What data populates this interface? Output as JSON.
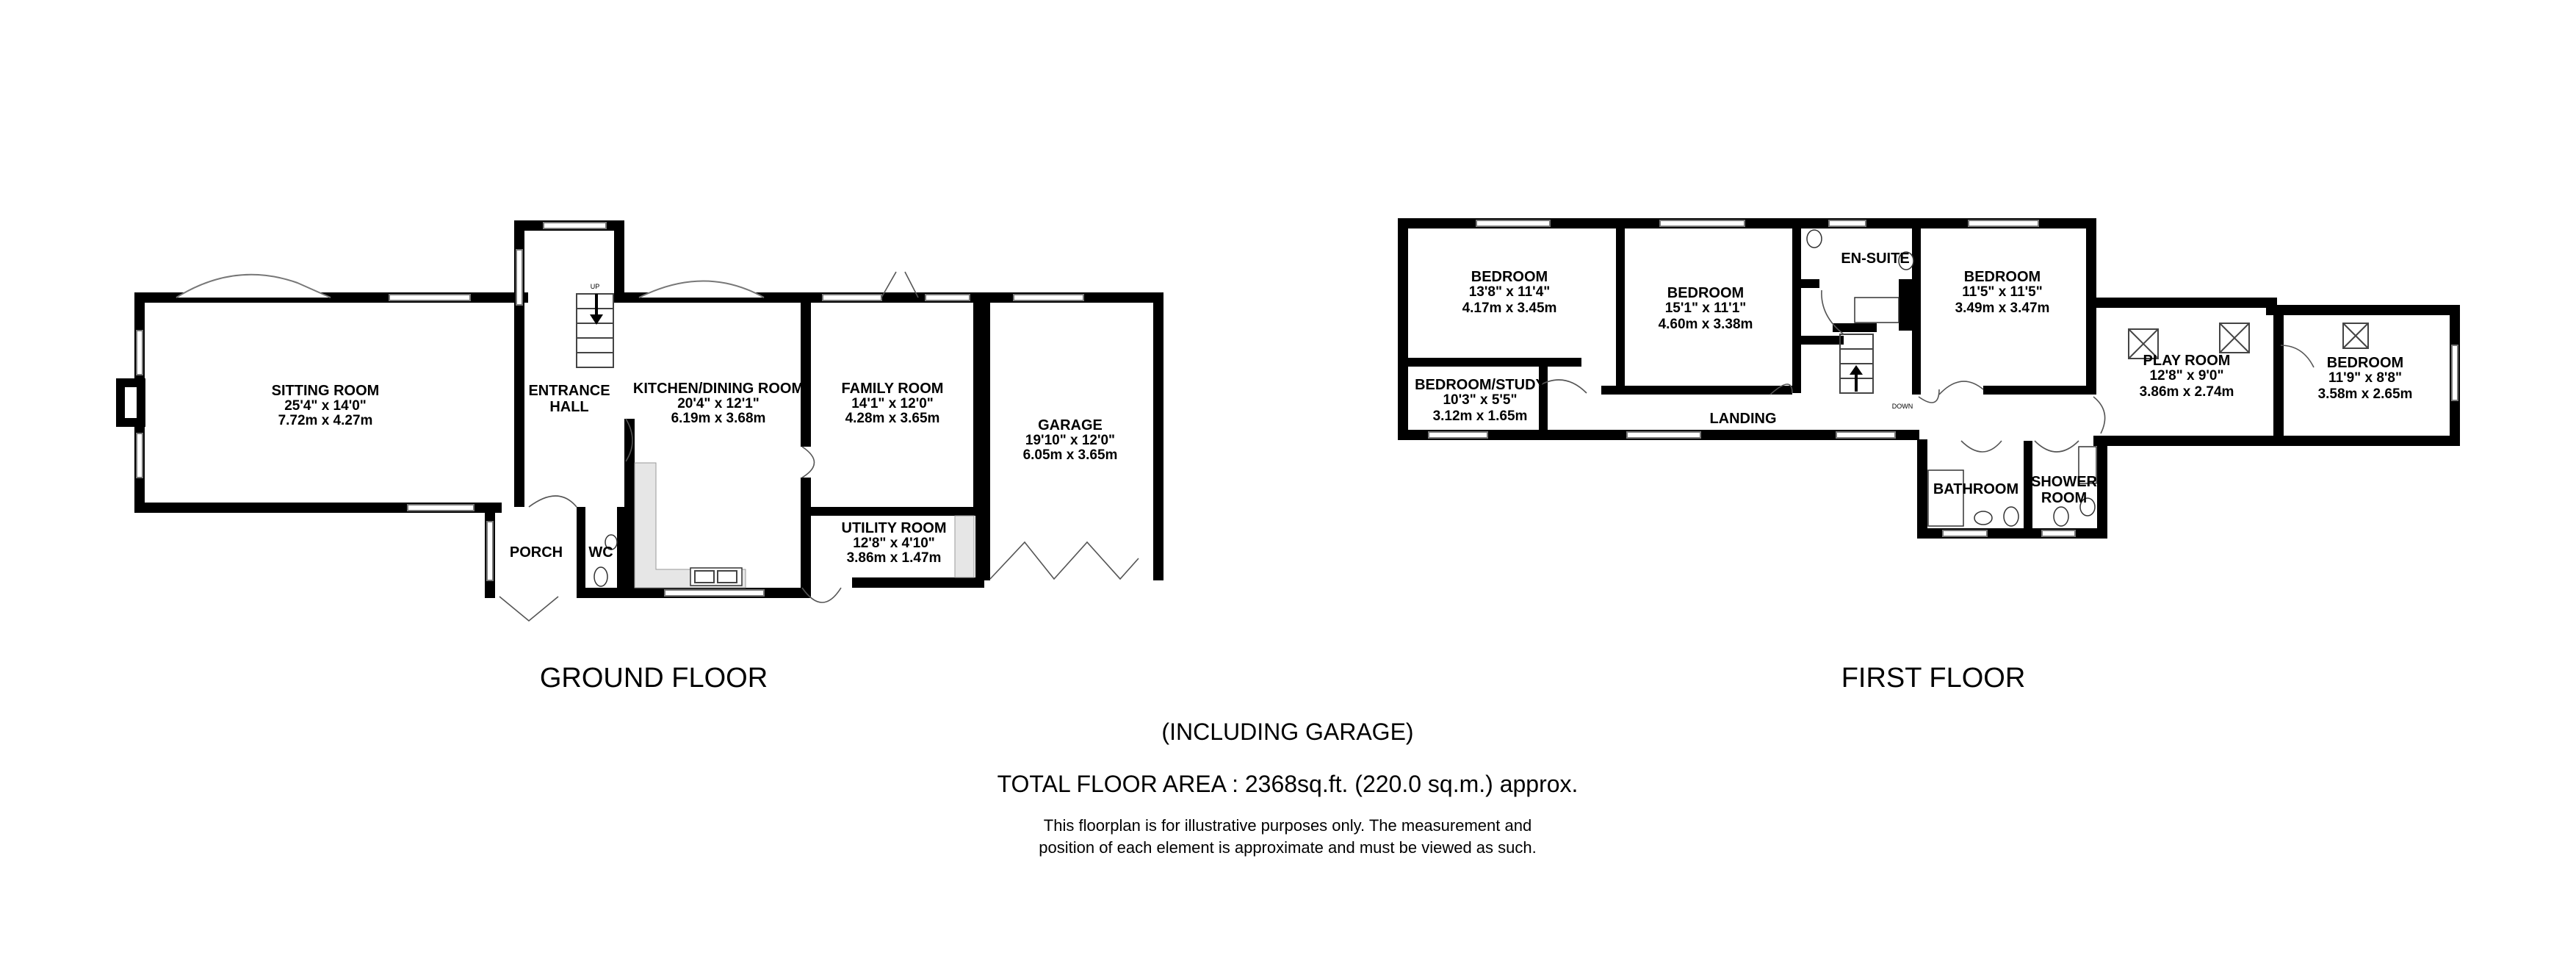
{
  "floors": {
    "ground": {
      "label": "GROUND FLOOR",
      "rooms": {
        "sitting": {
          "name": "SITTING ROOM",
          "imperial": "25'4\"  x 14'0\"",
          "metric": "7.72m  x 4.27m"
        },
        "entrance": {
          "name1": "ENTRANCE",
          "name2": "HALL"
        },
        "kitchen": {
          "name": "KITCHEN/DINING ROOM",
          "imperial": "20'4\"  x 12'1\"",
          "metric": "6.19m  x 3.68m"
        },
        "family": {
          "name": "FAMILY ROOM",
          "imperial": "14'1\"  x 12'0\"",
          "metric": "4.28m  x 3.65m"
        },
        "garage": {
          "name": "GARAGE",
          "imperial": "19'10\"  x 12'0\"",
          "metric": "6.05m  x 3.65m"
        },
        "utility": {
          "name": "UTILITY ROOM",
          "imperial": "12'8\"  x 4'10\"",
          "metric": "3.86m  x 1.47m"
        },
        "porch": {
          "name": "PORCH"
        },
        "wc": {
          "name": "WC"
        }
      },
      "stairs_label": "UP"
    },
    "first": {
      "label": "FIRST FLOOR",
      "rooms": {
        "bedroom1": {
          "name": "BEDROOM",
          "imperial": "13'8\"  x 11'4\"",
          "metric": "4.17m  x 3.45m"
        },
        "bedroom2": {
          "name": "BEDROOM",
          "imperial": "15'1\"  x 11'1\"",
          "metric": "4.60m  x 3.38m"
        },
        "ensuite": {
          "name": "EN-SUITE"
        },
        "bedroom3": {
          "name": "BEDROOM",
          "imperial": "11'5\"  x 11'5\"",
          "metric": "3.49m  x 3.47m"
        },
        "study": {
          "name": "BEDROOM/STUDY",
          "imperial": "10'3\"  x 5'5\"",
          "metric": "3.12m  x 1.65m"
        },
        "landing": {
          "name": "LANDING"
        },
        "play": {
          "name": "PLAY ROOM",
          "imperial": "12'8\"  x 9'0\"",
          "metric": "3.86m  x 2.74m"
        },
        "bedroom4": {
          "name": "BEDROOM",
          "imperial": "11'9\"  x 8'8\"",
          "metric": "3.58m  x 2.65m"
        },
        "bathroom": {
          "name": "BATHROOM"
        },
        "shower": {
          "name1": "SHOWER",
          "name2": "ROOM"
        }
      },
      "stairs_label": "DOWN"
    }
  },
  "footer": {
    "including": "(INCLUDING GARAGE)",
    "total": "TOTAL FLOOR AREA : 2368sq.ft. (220.0 sq.m.) approx.",
    "disclaimer_line1": "This floorplan is for illustrative purposes only. The measurement and",
    "disclaimer_line2": "position of each element is approximate and must be viewed as such."
  }
}
